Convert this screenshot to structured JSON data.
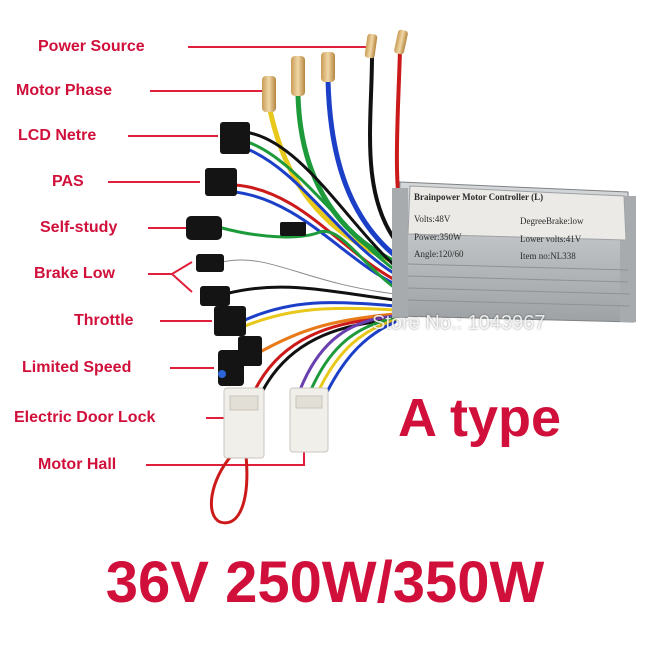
{
  "labels": [
    "Power Source",
    "Motor Phase",
    "LCD Netre",
    "PAS",
    "Self-study",
    "Brake Low",
    "Throttle",
    "Limited Speed",
    "Electric Door Lock",
    "Motor Hall"
  ],
  "type_label": "A type",
  "spec_label": "36V 250W/350W",
  "watermark": "Store No.: 1043967",
  "controller": {
    "title": "Brainpower Motor Controller (L)",
    "volts": "Volts:48V",
    "power": "Power:350W",
    "angle": "Angle:120/60",
    "degree_brake": "DegreeBrake:low",
    "lower_volts": "Lower volts:41V",
    "item_no": "Item no:NL338"
  },
  "colors": {
    "label_red": "#d0103a",
    "leader_line": "#e0203a",
    "controller_body": "#b8bbbd",
    "controller_label_bg": "#eceae6"
  },
  "wires": {
    "power_source": [
      "#111111",
      "#cc1a1a"
    ],
    "motor_phase": [
      "#1c3fc8",
      "#1d9a3a",
      "#e8c81a"
    ],
    "bundle": [
      "#111111",
      "#1d9a3a",
      "#1c3fc8",
      "#e8c81a",
      "#cc1a1a",
      "#ffffff",
      "#8a8a8a",
      "#6a3fb0",
      "#e87a1a"
    ]
  }
}
